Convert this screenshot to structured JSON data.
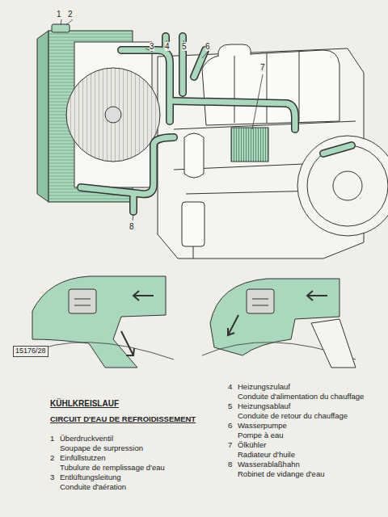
{
  "diagram": {
    "title": "KÜHLKREISLAUF",
    "labels": [
      "CIRCUIT D'EAU DE REFROIDISSEMENT",
      "1",
      "2",
      "3",
      "4",
      "5",
      "6",
      "7",
      "8",
      "15176/28",
      "1",
      "Überdruckventil",
      "Soupape de surpression",
      "2",
      "Einfüllstutzen",
      "Tubulure de remplissage d'eau",
      "3",
      "Entlüftungsleitung",
      "Conduite d'aération",
      "4",
      "Heizungszulauf",
      "Conduite d'alimentation du chauffage",
      "5",
      "Heizungsablauf",
      "Conduite de retour du chauffage",
      "6",
      "Wasserpumpe",
      "Pompe à eau",
      "7",
      "Ölkühler",
      "Radiateur d'huile",
      "8",
      "Wasserablaßhahn",
      "Robinet de vidange d'eau"
    ]
  }
}
